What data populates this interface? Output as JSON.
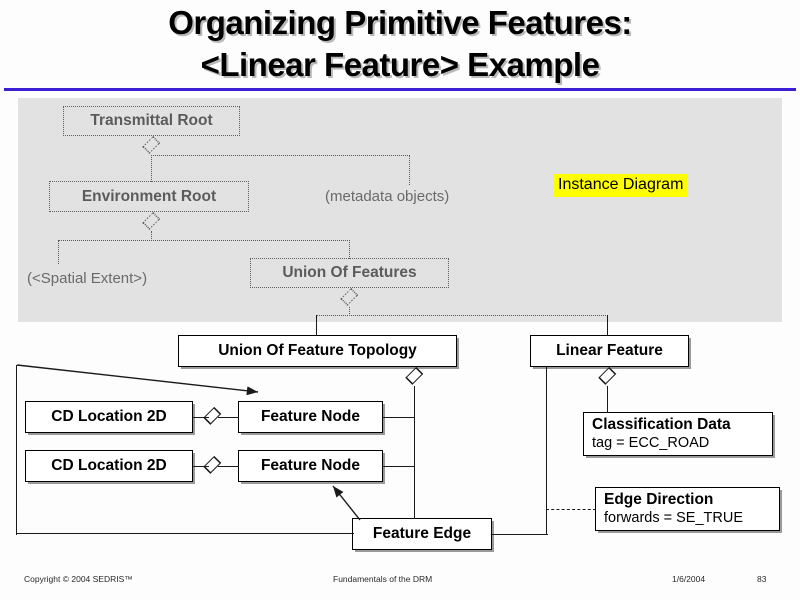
{
  "slide": {
    "title": "Organizing Primitive Features:\n<Linear Feature> Example",
    "callout": "Instance Diagram"
  },
  "faded_section": {
    "boxes": [
      {
        "label": "Transmittal Root"
      },
      {
        "label": "Environment Root"
      },
      {
        "label": "Union Of Features"
      }
    ],
    "labels": [
      {
        "text": "(metadata objects)"
      },
      {
        "text": "(<Spatial Extent>)"
      }
    ]
  },
  "diagram": {
    "boxes": [
      {
        "label": "Union Of Feature Topology"
      },
      {
        "label": "Linear Feature"
      },
      {
        "label": "CD Location 2D"
      },
      {
        "label": "CD Location 2D"
      },
      {
        "label": "Feature Node"
      },
      {
        "label": "Feature Node"
      },
      {
        "label": "Feature Edge"
      }
    ],
    "attribute_boxes": [
      {
        "header": "Classification Data",
        "sub": "tag = ECC_ROAD"
      },
      {
        "header": "Edge Direction",
        "sub": "forwards = SE_TRUE"
      }
    ]
  },
  "footer": {
    "copyright": "Copyright © 2004 SEDRIS™",
    "center": "Fundamentals of the DRM",
    "date": "1/6/2004",
    "page": "83"
  },
  "colors": {
    "rule": "#3a1fd4",
    "panel": "#e2e2e2",
    "highlight": "#ffff00",
    "faded_text": "#5b5b5b",
    "line": "#1a1a1a"
  }
}
